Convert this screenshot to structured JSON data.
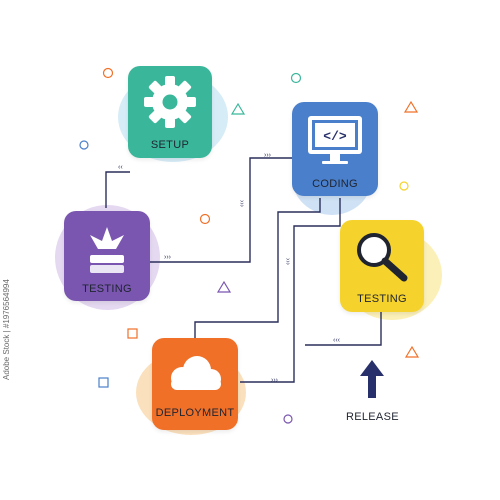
{
  "nodes": {
    "setup": {
      "label": "SETUP",
      "color": "#3ab79b",
      "blob": "#d6ecf6",
      "icon": "gear-icon"
    },
    "coding": {
      "label": "CODING",
      "color": "#4a7fcb",
      "blob": "#cfe2f5",
      "icon": "code-monitor-icon"
    },
    "testing_left": {
      "label": "TESTING",
      "color": "#7a56b0",
      "blob": "#e5d9f1",
      "icon": "tray-arrow-icon"
    },
    "testing_right": {
      "label": "TESTING",
      "color": "#f5d22c",
      "blob": "#fbf0b8",
      "icon": "magnifier-icon"
    },
    "deployment": {
      "label": "DEPLOYMENT",
      "color": "#f07028",
      "blob": "#fbe0bd",
      "icon": "cloud-icon"
    },
    "release": {
      "label": "RELEASE",
      "color": "#27306a",
      "icon": "up-arrow-icon"
    }
  },
  "connector_color": "#2b2f5c",
  "watermark": "Adobe Stock | #1976564994"
}
